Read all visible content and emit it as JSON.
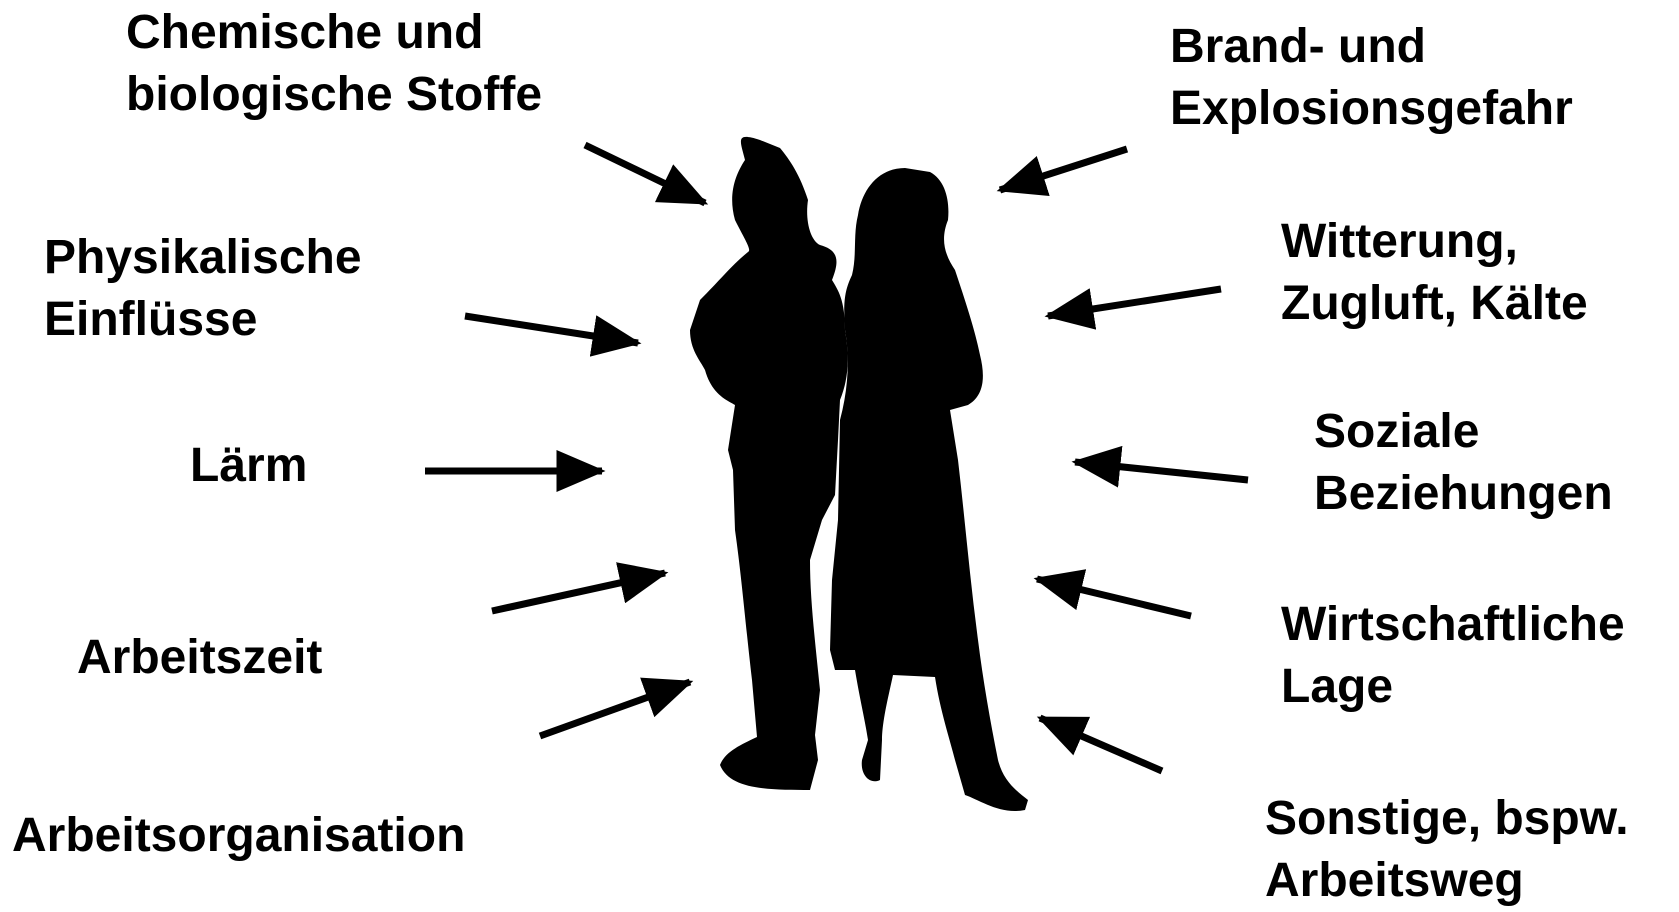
{
  "diagram": {
    "center": "silhouette-of-two-people",
    "labels_left": [
      {
        "id": "chemische",
        "lines": [
          "Chemische und",
          "biologische Stoffe"
        ]
      },
      {
        "id": "physikalische",
        "lines": [
          "Physikalische",
          "Einflüsse"
        ]
      },
      {
        "id": "laerm",
        "lines": [
          "Lärm"
        ]
      },
      {
        "id": "arbeitszeit",
        "lines": [
          "Arbeitszeit"
        ]
      },
      {
        "id": "arbeitsorganisation",
        "lines": [
          "Arbeitsorganisation"
        ]
      }
    ],
    "labels_right": [
      {
        "id": "brand",
        "lines": [
          "Brand- und",
          "Explosionsgefahr"
        ]
      },
      {
        "id": "witterung",
        "lines": [
          "Witterung,",
          "Zugluft, Kälte"
        ]
      },
      {
        "id": "soziale",
        "lines": [
          "Soziale",
          "Beziehungen"
        ]
      },
      {
        "id": "wirtschaftliche",
        "lines": [
          "Wirtschaftliche",
          "Lage"
        ]
      },
      {
        "id": "sonstige",
        "lines": [
          "Sonstige, bspw.",
          "Arbeitsweg"
        ]
      }
    ],
    "arrow_color": "#000000",
    "silhouette_color": "#000000"
  }
}
